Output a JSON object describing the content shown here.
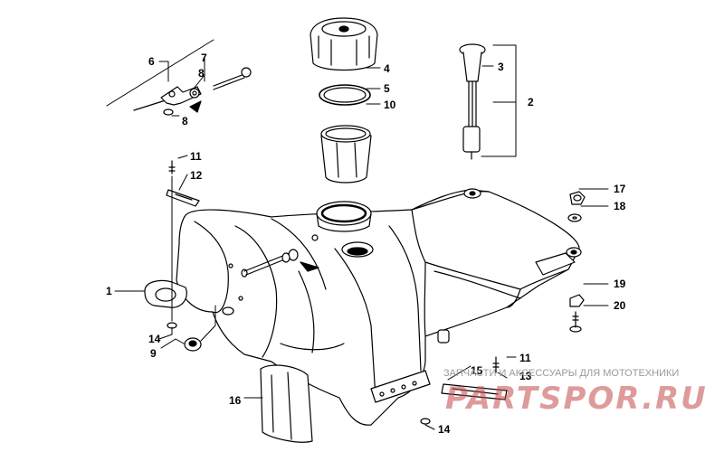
{
  "diagram": {
    "callouts": [
      {
        "id": "c1",
        "text": "1"
      },
      {
        "id": "c2",
        "text": "2"
      },
      {
        "id": "c3",
        "text": "3"
      },
      {
        "id": "c4",
        "text": "4"
      },
      {
        "id": "c5",
        "text": "5"
      },
      {
        "id": "c6",
        "text": "6"
      },
      {
        "id": "c7",
        "text": "7"
      },
      {
        "id": "c8a",
        "text": "8"
      },
      {
        "id": "c8b",
        "text": "8"
      },
      {
        "id": "c9",
        "text": "9"
      },
      {
        "id": "c10",
        "text": "10"
      },
      {
        "id": "c11a",
        "text": "11"
      },
      {
        "id": "c11b",
        "text": "11"
      },
      {
        "id": "c12",
        "text": "12"
      },
      {
        "id": "c13",
        "text": "13"
      },
      {
        "id": "c14a",
        "text": "14"
      },
      {
        "id": "c14b",
        "text": "14"
      },
      {
        "id": "c15",
        "text": "15"
      },
      {
        "id": "c16",
        "text": "16"
      },
      {
        "id": "c17",
        "text": "17"
      },
      {
        "id": "c18",
        "text": "18"
      },
      {
        "id": "c19",
        "text": "19"
      },
      {
        "id": "c20",
        "text": "20"
      }
    ]
  },
  "watermark": {
    "caption": "ЗАПЧАСТИ И АКСЕССУАРЫ ДЛЯ МОТОТЕХНИКИ",
    "brand": "PARTSPOR.RU",
    "color": "#c44a4a"
  }
}
